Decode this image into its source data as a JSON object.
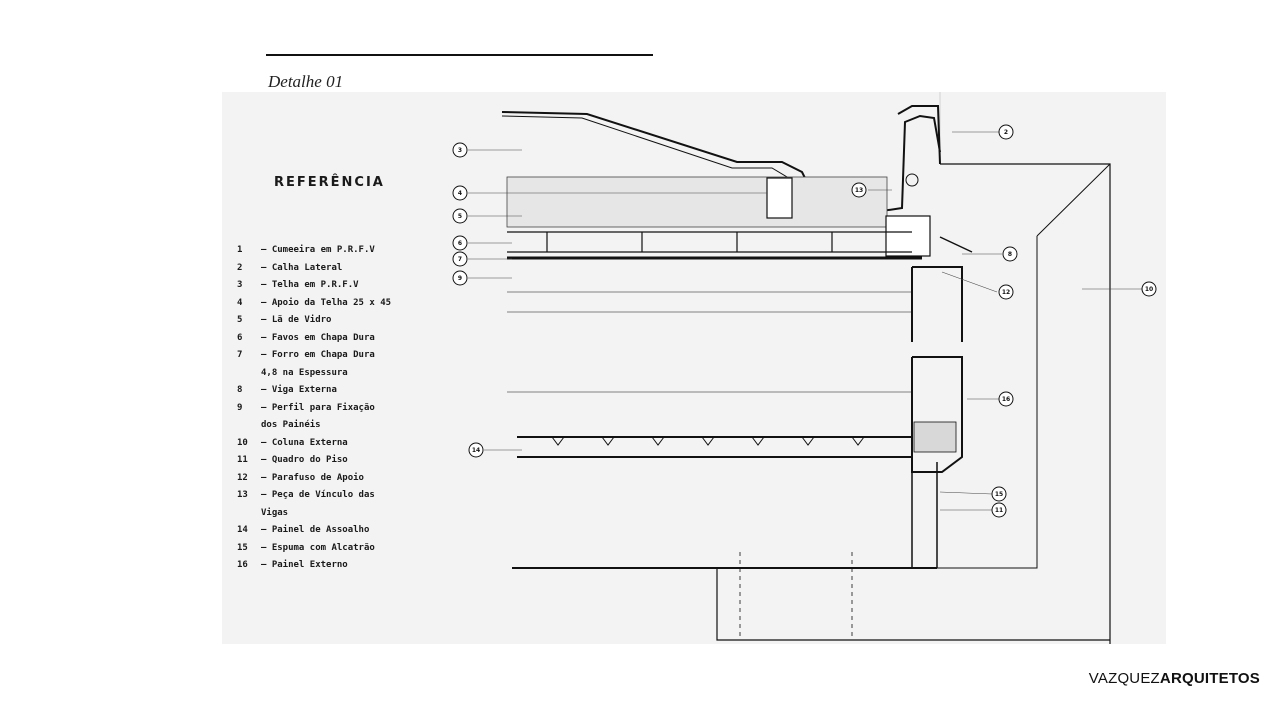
{
  "slide": {
    "title": "Detalhe 01"
  },
  "legend": {
    "heading": "REFERÊNCIA",
    "items": [
      {
        "num": "1",
        "text": "Cumeeira em P.R.F.V"
      },
      {
        "num": "2",
        "text": "Calha Lateral"
      },
      {
        "num": "3",
        "text": "Telha em P.R.F.V"
      },
      {
        "num": "4",
        "text": "Apoio da Telha 25 x 45"
      },
      {
        "num": "5",
        "text": "Lã de Vidro"
      },
      {
        "num": "6",
        "text": "Favos em Chapa Dura"
      },
      {
        "num": "7",
        "text": "Forro em Chapa Dura"
      },
      {
        "num": "",
        "text": "4,8 na Espessura"
      },
      {
        "num": "8",
        "text": "Viga Externa"
      },
      {
        "num": "9",
        "text": "Perfil para Fixação"
      },
      {
        "num": "",
        "text": "dos Painéis"
      },
      {
        "num": "10",
        "text": "Coluna Externa"
      },
      {
        "num": "11",
        "text": "Quadro do Piso"
      },
      {
        "num": "12",
        "text": "Parafuso de Apoio"
      },
      {
        "num": "13",
        "text": "Peça de Vínculo das"
      },
      {
        "num": "",
        "text": "Vigas"
      },
      {
        "num": "14",
        "text": "Painel de Assoalho"
      },
      {
        "num": "15",
        "text": "Espuma com Alcatrão"
      },
      {
        "num": "16",
        "text": "Painel Externo"
      }
    ]
  },
  "callouts": [
    "2",
    "3",
    "13",
    "4",
    "5",
    "6",
    "7",
    "8",
    "9",
    "12",
    "10",
    "16",
    "14",
    "15",
    "11"
  ],
  "brand": {
    "light": "VAZQUEZ",
    "bold": "ARQUITETOS"
  },
  "colors": {
    "ink": "#111111",
    "paper": "#f3f3f3",
    "background": "#ffffff"
  }
}
